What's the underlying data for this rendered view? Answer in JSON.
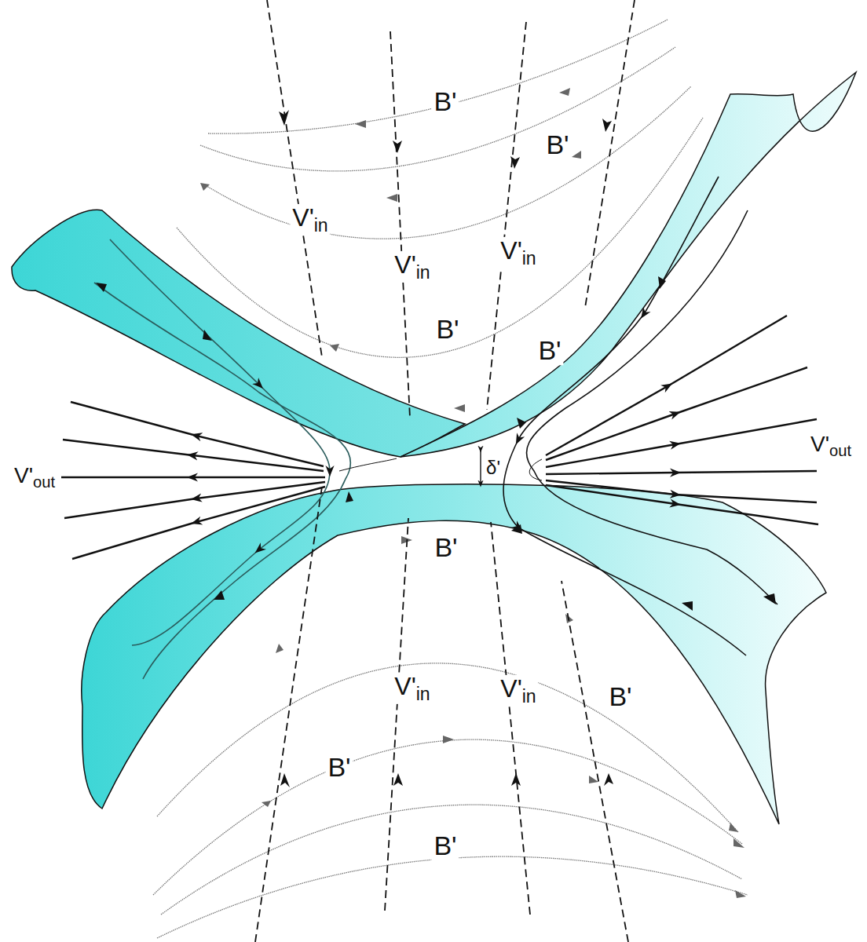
{
  "diagram": {
    "labels": [
      "B'",
      "B'",
      "V'in",
      "V'in",
      "V'in",
      "B'",
      "B'",
      "V'out",
      "δ'",
      "V'out",
      "B'",
      "V'in",
      "V'in",
      "B'",
      "B'",
      "B'"
    ]
  }
}
